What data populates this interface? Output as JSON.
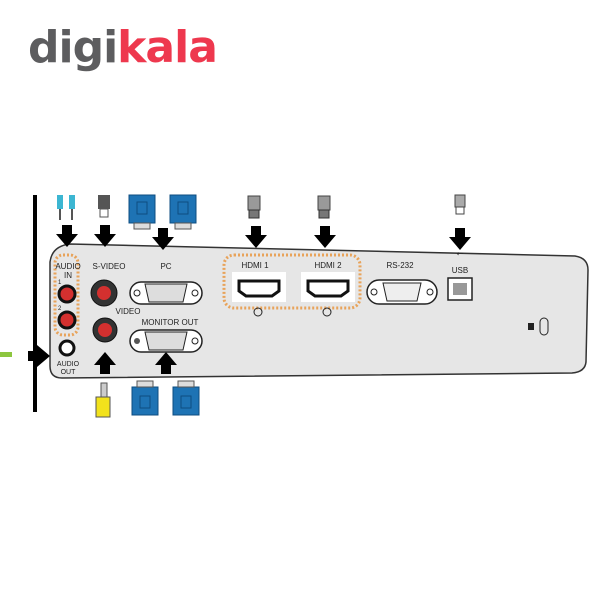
{
  "logo": {
    "part1": "digi",
    "part2": "kala",
    "colors": {
      "grey": "#5d5d5f",
      "red": "#ee384e"
    }
  },
  "panel": {
    "labels": {
      "audio_in_1": "AUDIO",
      "audio_in_2": "IN",
      "audio_in_ch1": "1",
      "audio_in_ch2": "2",
      "s_video": "S-VIDEO",
      "pc": "PC",
      "hdmi1": "HDMI 1",
      "hdmi2": "HDMI 2",
      "rs232": "RS-232",
      "usb": "USB",
      "video": "VIDEO",
      "monitor_out": "MONITOR OUT",
      "audio_out_1": "AUDIO",
      "audio_out_2": "OUT"
    },
    "colors": {
      "panel": "#e6e6e6",
      "highlight": "#e8a35a",
      "vga": "#1e73b4",
      "port_red": "#d4302f",
      "video_plug": "#f2e21c"
    }
  }
}
